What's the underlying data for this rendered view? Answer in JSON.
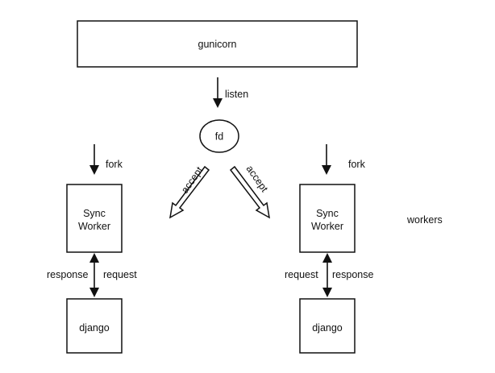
{
  "diagram": {
    "master": {
      "label": "gunicorn"
    },
    "listen_label": "listen",
    "fd": {
      "label": "fd"
    },
    "accept_left": "accept",
    "accept_right": "accept",
    "fork_left": "fork",
    "fork_right": "fork",
    "worker_left": {
      "line1": "Sync",
      "line2": "Worker"
    },
    "worker_right": {
      "line1": "Sync",
      "line2": "Worker"
    },
    "workers_label": "workers",
    "left_link": {
      "response": "response",
      "request": "request"
    },
    "right_link": {
      "request": "request",
      "response": "response"
    },
    "app_left": {
      "label": "django"
    },
    "app_right": {
      "label": "django"
    }
  }
}
